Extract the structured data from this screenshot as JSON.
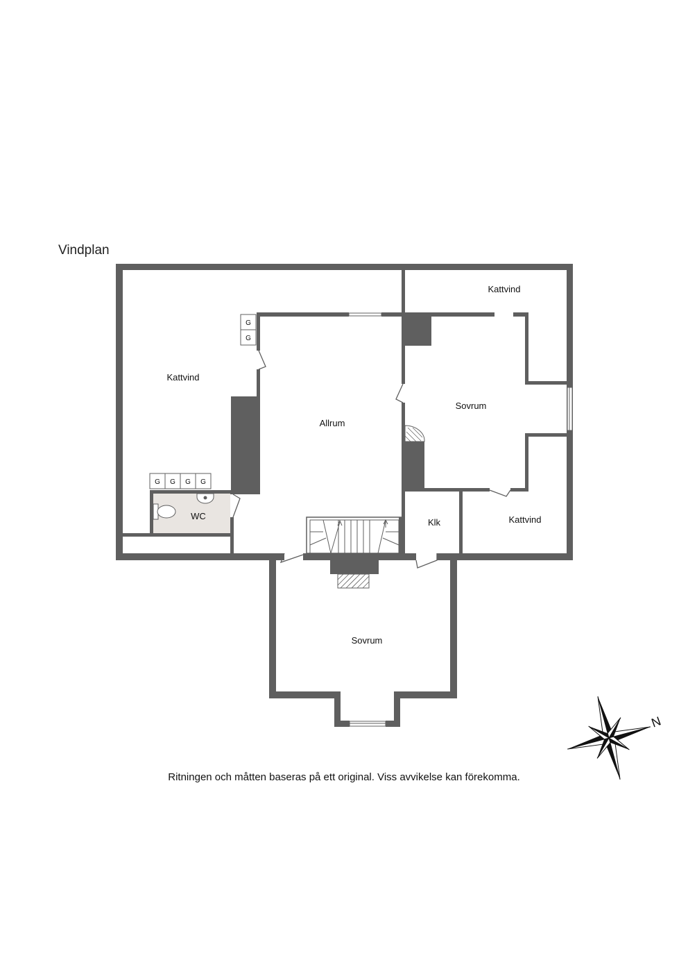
{
  "title": "Vindplan",
  "disclaimer": "Ritningen och måtten baseras på ett original. Viss avvikelse kan förekomma.",
  "colors": {
    "wall": "#5f5f5f",
    "wc_floor": "#e9e5e1",
    "background": "#ffffff"
  },
  "rooms": {
    "kattvind_west": "Kattvind",
    "kattvind_north": "Kattvind",
    "kattvind_east": "Kattvind",
    "allrum": "Allrum",
    "sovrum_east": "Sovrum",
    "sovrum_south": "Sovrum",
    "wc": "WC",
    "klk": "Klk"
  },
  "fixtures": {
    "g": "G"
  },
  "compass": {
    "north_label": "N"
  }
}
